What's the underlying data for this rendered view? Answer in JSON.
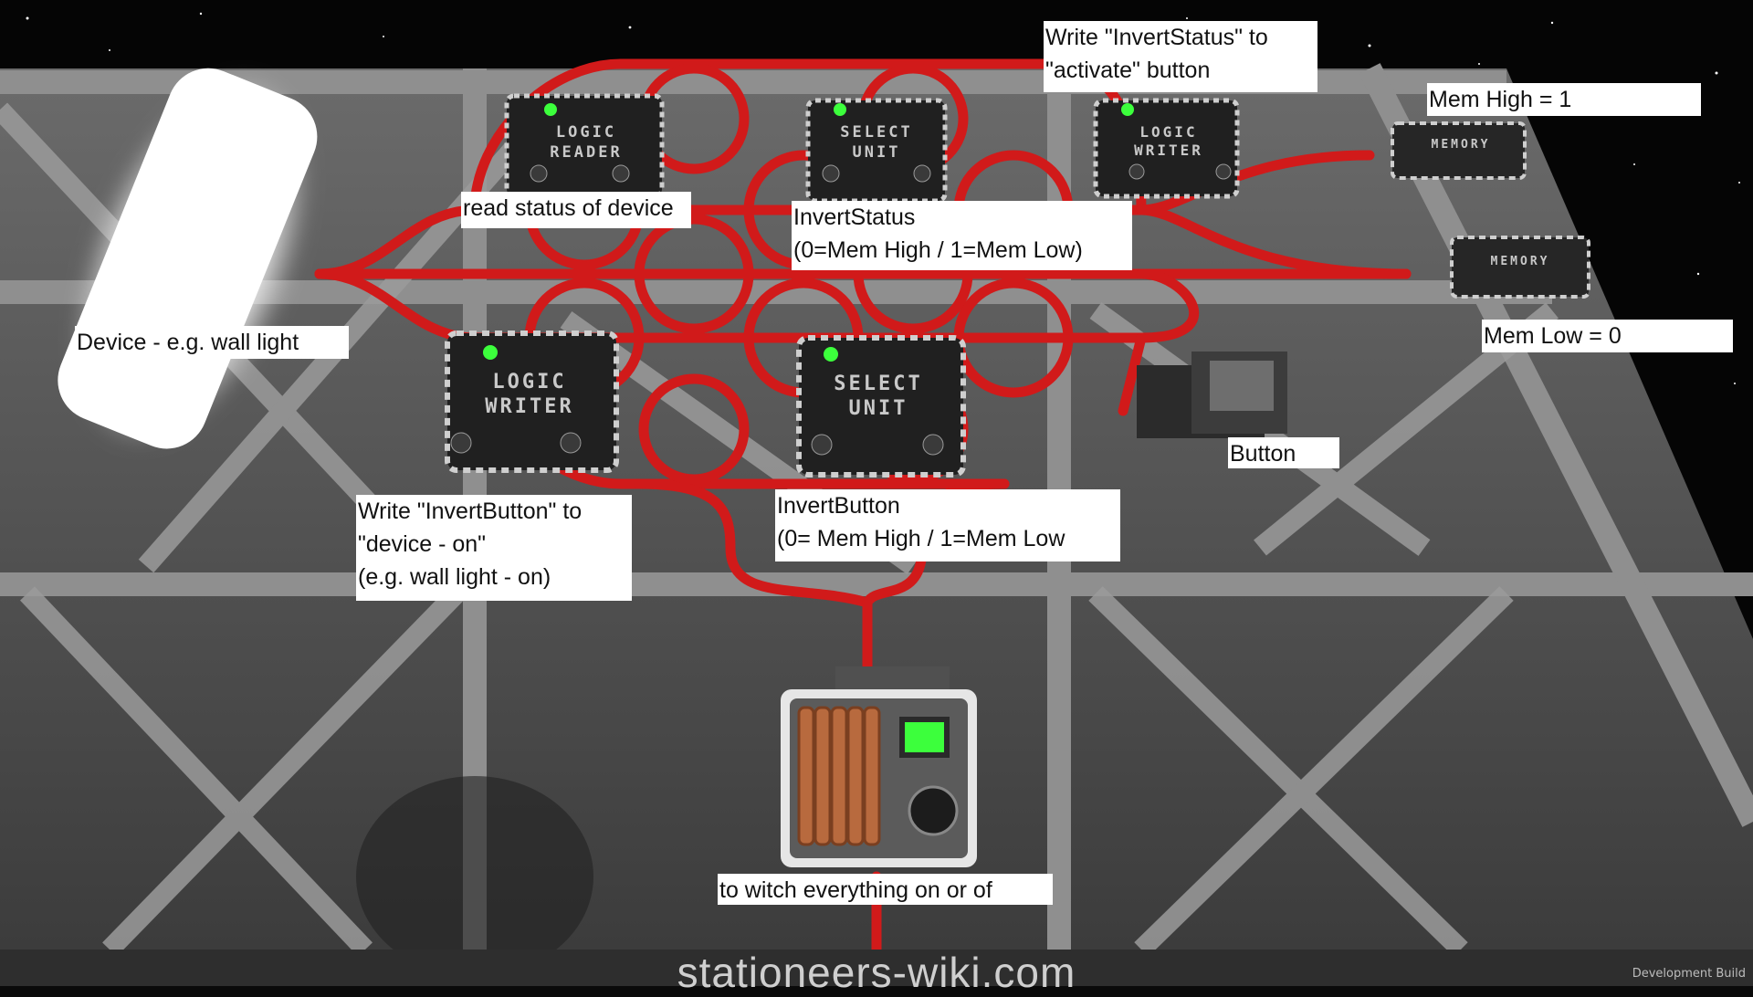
{
  "scene": {
    "devices": {
      "logic_reader": "LOGIC\nREADER",
      "select_unit_top": "SELECT\nUNIT",
      "logic_writer_top": "LOGIC\nWRITER",
      "logic_writer_bottom": "LOGIC\nWRITER",
      "select_unit_bottom": "SELECT\nUNIT",
      "memory_high": "MEMORY",
      "memory_low": "MEMORY"
    }
  },
  "annotations": {
    "write_invert_status": [
      "Write \"InvertStatus\" to",
      "\"activate\" button"
    ],
    "mem_high": "Mem High = 1",
    "read_status": "read status of device",
    "invert_status": [
      "InvertStatus",
      "(0=Mem High / 1=Mem Low)"
    ],
    "mem_low": "Mem Low = 0",
    "device": "Device - e.g. wall light",
    "button": "Button",
    "write_invert_button": [
      "Write \"InvertButton\" to",
      "\"device - on\"",
      "(e.g. wall light - on)"
    ],
    "invert_button": [
      "InvertButton",
      "(0= Mem High / 1=Mem Low"
    ],
    "switch_all": "to witch everything on or of"
  },
  "footer": {
    "watermark": "stationeers-wiki.com",
    "dev_build": "Development Build"
  },
  "colors": {
    "cable": "#d11a1a",
    "led": "#3cff3c",
    "floor": "#5a5a5a",
    "frame": "#8d8d8d"
  }
}
